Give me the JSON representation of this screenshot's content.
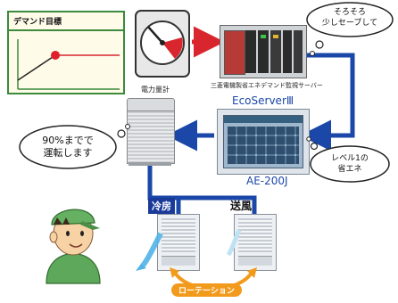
{
  "demand_panel": {
    "title": "デマンド目標"
  },
  "meter": {
    "label": "電力量計"
  },
  "server": {
    "label": "三菱電機製省エネデマンド監視サーバー"
  },
  "ecoserver": {
    "title": "EcoServerⅢ",
    "model": "AE-200J"
  },
  "bubbles": {
    "server_thought": "そろそろ\n少しセーブして",
    "outdoor_thought": "90%までで\n運転します",
    "level_thought": "レベル1の\n省エネ"
  },
  "indoor": {
    "cooling_label": "冷房",
    "fan_label": "送風"
  },
  "rotation": {
    "label": "ローテーション"
  },
  "colors": {
    "line_blue": "#1a47a8",
    "arrow_red": "#d9262e",
    "orange": "#f29a1c",
    "green": "#2f7a2f"
  }
}
